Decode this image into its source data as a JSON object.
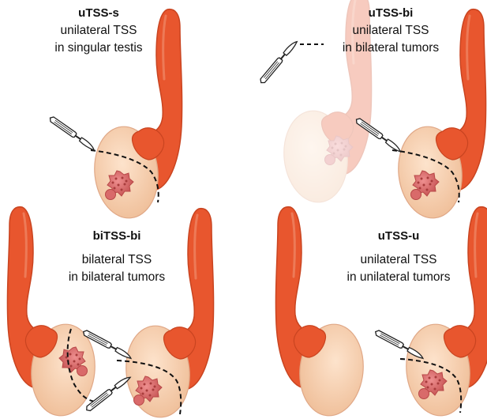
{
  "panels": [
    {
      "title": "uTSS-s",
      "line1": "unilateral TSS",
      "line2": "in singular testis"
    },
    {
      "title": "uTSS-bi",
      "line1": "unilateral TSS",
      "line2": "in bilateral tumors"
    },
    {
      "title": "biTSS-bi",
      "line1": "bilateral TSS",
      "line2": "in bilateral tumors"
    },
    {
      "title": "uTSS-u",
      "line1": "unilateral TSS",
      "line2": "in unilateral tumors"
    }
  ],
  "colors": {
    "testis_fill": "#f7cfae",
    "testis_stroke": "#e0a887",
    "epididymis": "#e8562e",
    "epididymis_dark": "#c94420",
    "tumor": "#d96a6a",
    "tumor_dark": "#b84848"
  }
}
